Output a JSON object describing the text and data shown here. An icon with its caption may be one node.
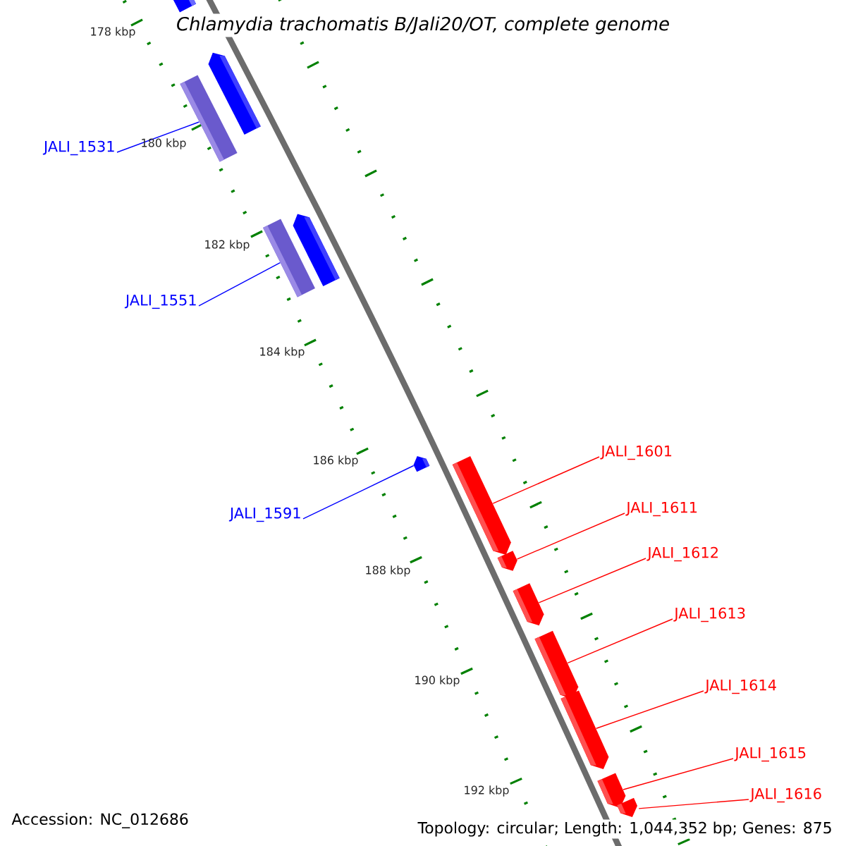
{
  "diagram": {
    "title": "Chlamydia trachomatis B/Jali20/OT, complete genome",
    "nodes": [
      {
        "text": [
          "JALI_1531"
        ]
      },
      {
        "text": [
          "JALI_1551"
        ]
      },
      {
        "text": [
          "JALI_1591"
        ]
      },
      {
        "text": [
          "JALI_1601"
        ]
      },
      {
        "text": [
          "JALI_1611"
        ]
      },
      {
        "text": [
          "JALI_1612"
        ]
      },
      {
        "text": [
          "JALI_1613"
        ]
      },
      {
        "text": [
          "JALI_1614"
        ]
      },
      {
        "text": [
          "JALI_1615"
        ]
      },
      {
        "text": [
          "JALI_1616"
        ]
      },
      {
        "text": [],
        "shape": "arrow"
      },
      {
        "text": [],
        "shape": "arrow"
      },
      {
        "text": [],
        "shape": "bar"
      },
      {
        "text": [],
        "shape": "arrow"
      },
      {
        "text": [],
        "shape": "bar"
      },
      {
        "text": [],
        "shape": "arrow"
      },
      {
        "text": [],
        "shape": "arrow"
      },
      {
        "text": [],
        "shape": "arrow"
      },
      {
        "text": [],
        "shape": "arrow"
      },
      {
        "text": [],
        "shape": "arrow"
      },
      {
        "text": [],
        "shape": "arrow"
      },
      {
        "text": [],
        "shape": "arrow"
      },
      {
        "text": [],
        "shape": "arrow"
      }
    ],
    "edges": [
      {
        "from": 0,
        "to": 12,
        "arrow": "none",
        "color": "#0000ff"
      },
      {
        "from": 1,
        "to": 14,
        "arrow": "none",
        "color": "#0000ff"
      },
      {
        "from": 2,
        "to": 15,
        "arrow": "none",
        "color": "#0000ff"
      },
      {
        "from": 3,
        "to": 16,
        "arrow": "none"
      },
      {
        "from": 4,
        "to": 17,
        "arrow": "none"
      },
      {
        "from": 5,
        "to": 18,
        "arrow": "none"
      },
      {
        "from": 6,
        "to": 19,
        "arrow": "none"
      },
      {
        "from": 7,
        "to": 20,
        "arrow": "none"
      },
      {
        "from": 8,
        "to": 21,
        "arrow": "none"
      },
      {
        "from": 9,
        "to": 22,
        "arrow": "none"
      }
    ],
    "labels": [
      "178 kbp",
      "180 kbp",
      "182 kbp",
      "184 kbp",
      "186 kbp",
      "188 kbp",
      "190 kbp",
      "192 kbp",
      "Accession: NC_012686",
      "Topology: circular; Length: 1,044,352 bp; Genes: 875"
    ]
  }
}
